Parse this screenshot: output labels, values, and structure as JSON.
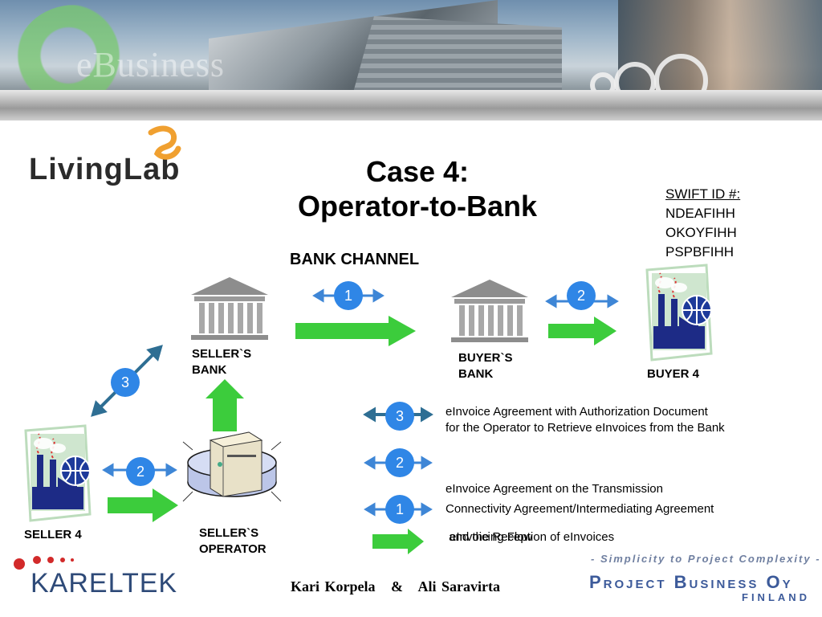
{
  "header": {
    "banner_text": "eBusiness",
    "logo_text": "LivingLab"
  },
  "title": {
    "line1": "Case 4:",
    "line2": "Operator-to-Bank"
  },
  "swift": {
    "heading": "SWIFT ID #:",
    "ids": [
      "NDEAFIHH",
      "OKOYFIHH",
      "PSPBFIHH"
    ]
  },
  "bank_channel": "BANK CHANNEL",
  "nodes": {
    "sellers_bank": [
      "SELLER`S",
      "BANK"
    ],
    "buyers_bank": [
      "BUYER`S",
      "BANK"
    ],
    "buyer": "BUYER 4",
    "seller": "SELLER 4",
    "operator": [
      "SELLER`S",
      "OPERATOR"
    ]
  },
  "badges": {
    "one": "1",
    "two": "2",
    "three": "3"
  },
  "legend": {
    "item3": [
      "eInvoice Agreement with Authorization Document",
      "for the Operator to Retrieve eInvoices from the Bank"
    ],
    "item2": [
      "eInvoice Agreement on the Transmission",
      " and the Reception of eInvoices"
    ],
    "item1": "Connectivity Agreement/Intermediating Agreement",
    "flow": "eInvoicing Flow"
  },
  "footer": {
    "company_left": "KARELTEK",
    "authors": "Kari Korpela   &   Ali Saravirta",
    "tagline": "- Simplicity to Project Complexity -",
    "company_right": "Project Business Oy",
    "country": "FINLAND"
  },
  "colors": {
    "arrow_blue": "#3e86d6",
    "arrow_teal": "#2e6e93",
    "flow_green": "#3ccc3c",
    "badge_blue": "#2f86e6",
    "logo_orange": "#f0a030"
  }
}
